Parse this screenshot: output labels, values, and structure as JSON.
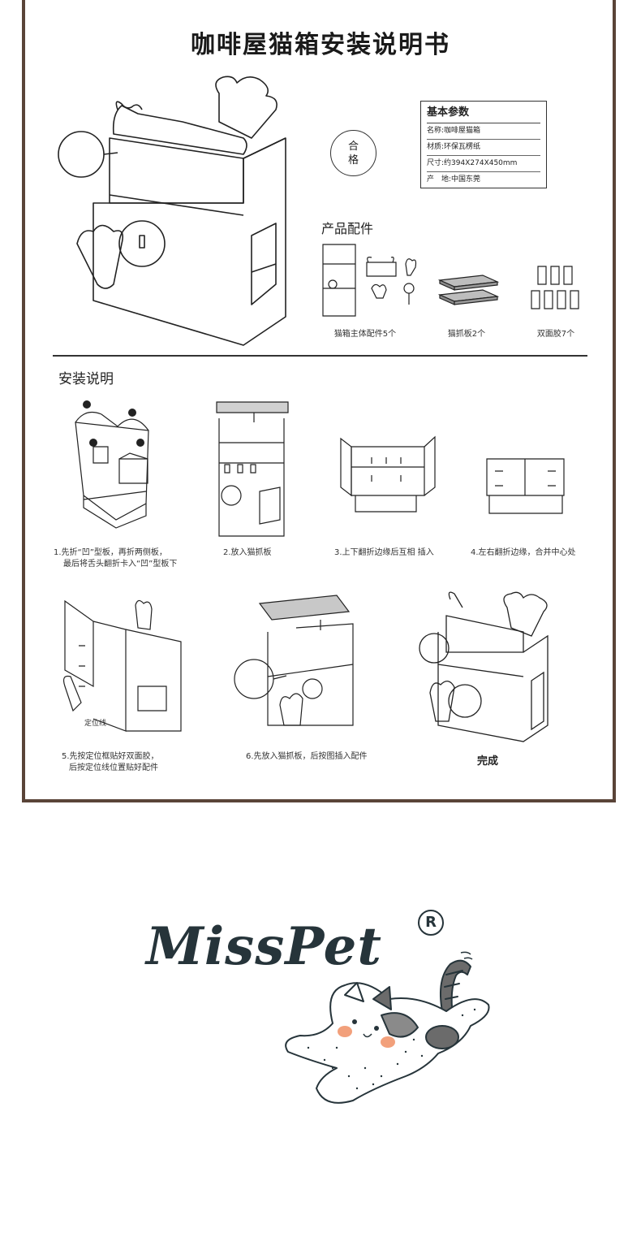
{
  "title": "咖啡屋猫箱安装说明书",
  "stamp": "合格",
  "params": {
    "heading": "基本参数",
    "rows": [
      {
        "key": "名称:",
        "value": "咖啡屋猫箱"
      },
      {
        "key": "材质:",
        "value": "环保瓦楞纸"
      },
      {
        "key": "尺寸:",
        "value": "约394X274X450mm"
      },
      {
        "key": "产　地:",
        "value": "中国东莞"
      }
    ]
  },
  "parts": {
    "heading": "产品配件",
    "items": [
      {
        "label": "猫箱主体配件5个"
      },
      {
        "label": "猫抓板2个"
      },
      {
        "label": "双面胶7个"
      }
    ]
  },
  "install": {
    "heading": "安装说明",
    "steps": [
      {
        "line1": "1.先折“凹”型板，再折两侧板，",
        "line2": "最后将舌头翻折卡入“凹”型板下"
      },
      {
        "line1": "2.放入猫抓板",
        "line2": ""
      },
      {
        "line1": "3.上下翻折边缘后互相 插入",
        "line2": ""
      },
      {
        "line1": "4.左右翻折边缘，合并中心处",
        "line2": ""
      },
      {
        "line1": "5.先按定位框贴好双面胶，",
        "line2": "后按定位线位置贴好配件"
      },
      {
        "line1": "6.先放入猫抓板，后按图插入配件",
        "line2": ""
      }
    ],
    "position_line_label": "定位线",
    "done_label": "完成"
  },
  "brand": {
    "name": "MissPet",
    "registered_mark": "R"
  },
  "colors": {
    "frame": "#5a4438",
    "logo": "#26343a",
    "cat_cheek": "#f2a07b",
    "cat_tail_gray": "#6b6b6b"
  }
}
